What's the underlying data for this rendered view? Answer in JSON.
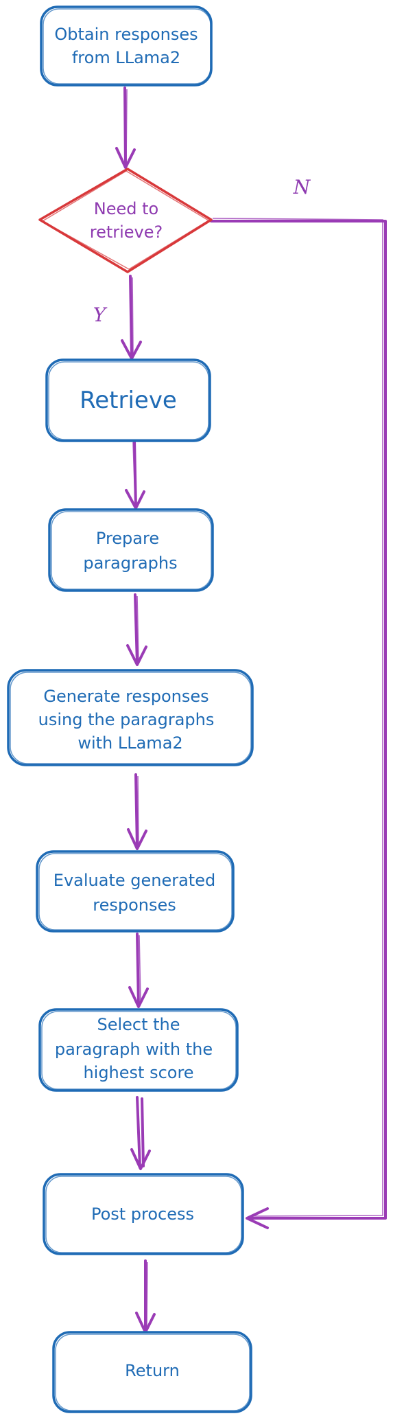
{
  "nodes": {
    "obtain": {
      "lines": [
        "Obtain responses",
        "from LLama2"
      ]
    },
    "decision": {
      "lines": [
        "Need to",
        "retrieve?"
      ]
    },
    "retrieve": {
      "lines": [
        "Retrieve"
      ]
    },
    "prepare": {
      "lines": [
        "Prepare",
        "paragraphs"
      ]
    },
    "generate": {
      "lines": [
        "Generate responses",
        "using the paragraphs",
        "with LLama2"
      ]
    },
    "evaluate": {
      "lines": [
        "Evaluate generated",
        "responses"
      ]
    },
    "select": {
      "lines": [
        "Select the",
        "paragraph with the",
        "highest score"
      ]
    },
    "post": {
      "lines": [
        "Post process"
      ]
    },
    "return": {
      "lines": [
        "Return"
      ]
    }
  },
  "edges": {
    "yes_label": "Y",
    "no_label": "N"
  },
  "colors": {
    "node_stroke": "#1f6bb5",
    "decision_stroke": "#d8383a",
    "arrow": "#9a3bb5",
    "decision_text": "#8e3ab0"
  }
}
